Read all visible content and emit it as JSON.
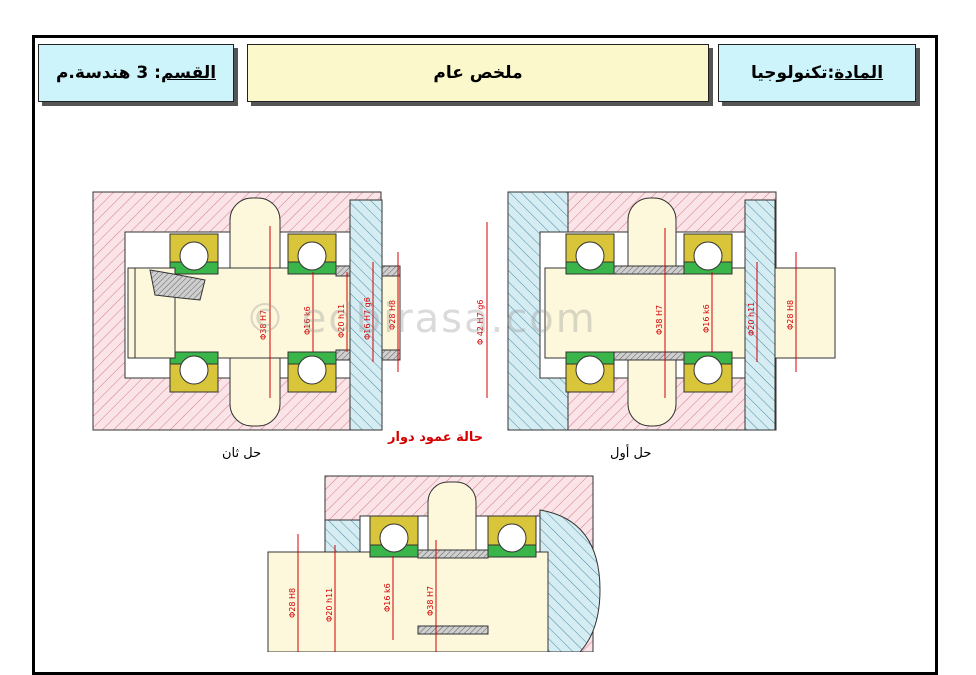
{
  "header": {
    "subject_label": "المادة",
    "subject_value": ":تكنولوجيا",
    "title": "ملخص عام",
    "dept_label": "القسم",
    "dept_value": ": 3 هندسة.م"
  },
  "captions": {
    "second_solution": "حل ثان",
    "first_solution": "حل أول",
    "case": "حالة عمود دوار"
  },
  "dims": {
    "left": [
      "Φ38 H7",
      "Φ16 k6",
      "Φ20 h11",
      "Φ16 H7 g6",
      "Φ28 H8"
    ],
    "right": [
      "Φ 42 H7 g6",
      "Φ38 H7",
      "Φ16 k6",
      "Φ20 h11",
      "Φ28 H8"
    ],
    "bottom": [
      "Φ28 H8",
      "Φ20 h11",
      "Φ16 k6",
      "Φ38 H7"
    ]
  },
  "watermark": "© edbirasa.com",
  "colors": {
    "cyan": "#cdf4fb",
    "yellow": "#fbf8cc",
    "red": "#d40000",
    "pink": "#f8dde0",
    "blue": "#d4ecf2",
    "green": "#39b54a",
    "gold": "#d9c53a"
  }
}
